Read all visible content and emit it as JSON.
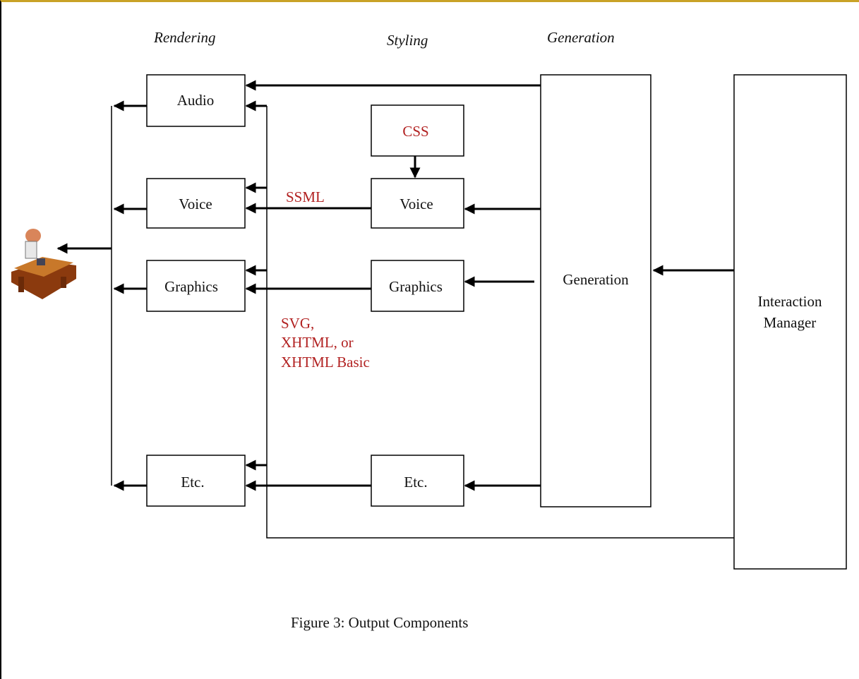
{
  "headings": {
    "rendering": "Rendering",
    "styling": "Styling",
    "generation": "Generation"
  },
  "rendering": {
    "audio": "Audio",
    "voice": "Voice",
    "graphics": "Graphics",
    "etc": "Etc."
  },
  "styling": {
    "css": "CSS",
    "voice": "Voice",
    "graphics": "Graphics",
    "etc": "Etc."
  },
  "generation_box": "Generation",
  "interaction_manager": [
    "Interaction",
    "Manager"
  ],
  "annotations": {
    "ssml": "SSML",
    "markup": [
      "SVG,",
      "XHTML, or",
      "XHTML Basic"
    ]
  },
  "caption": "Figure 3:  Output Components",
  "icons": {
    "user": "user-at-desk-icon"
  },
  "colors": {
    "annotation": "#b22222",
    "frame_top": "#c9a227"
  }
}
